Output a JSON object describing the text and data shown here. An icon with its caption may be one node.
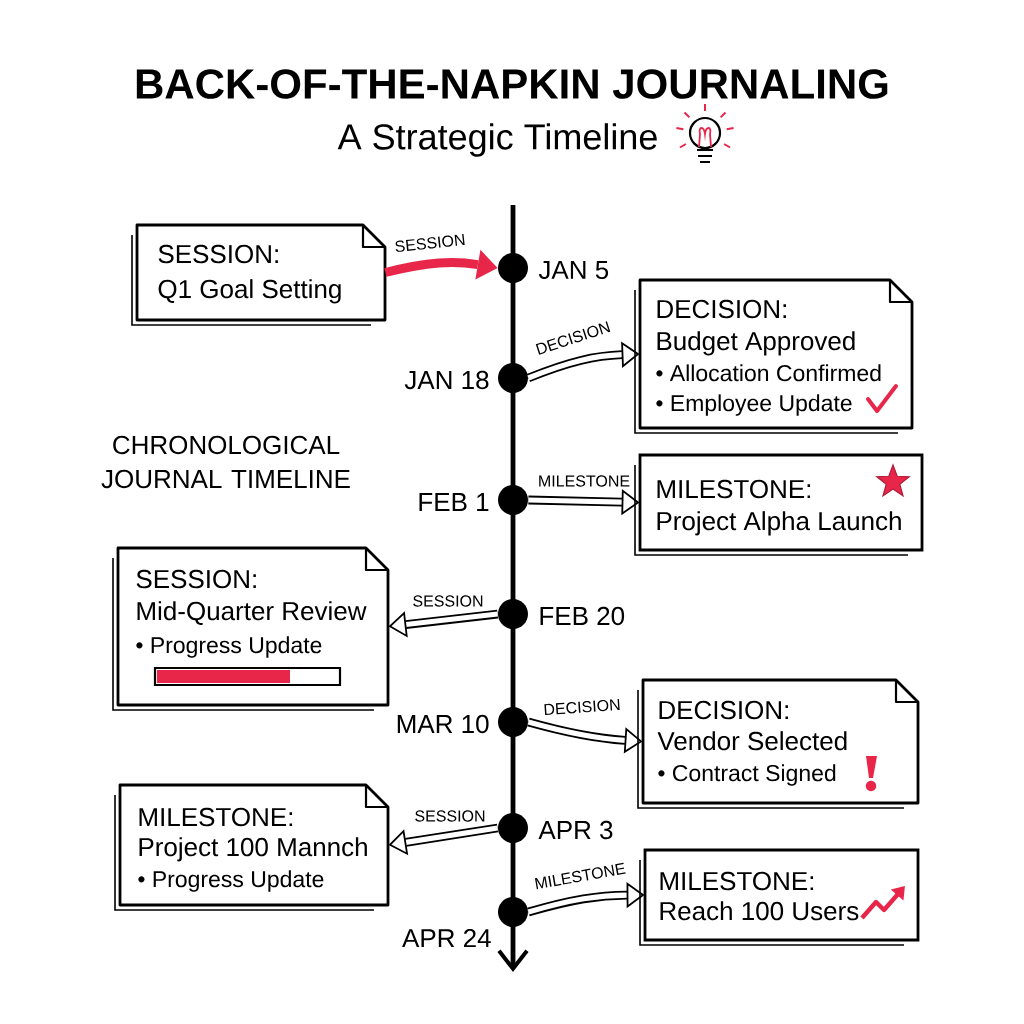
{
  "diagram": {
    "title": "BACK-OF-THE-NAPKIN JOURNALING",
    "nodes": [
      {
        "text": [
          "SESSION:",
          "Q1 Goal Setting"
        ]
      },
      {
        "text": [],
        "shape": "circle",
        "beside": [
          "JAN 5"
        ]
      },
      {
        "text": [
          "DECISION:",
          "Budget Approved",
          "• Allocation Confirmed",
          "• Employee Update"
        ]
      },
      {
        "text": [],
        "shape": "circle",
        "beside": [
          "JAN 18"
        ]
      },
      {
        "text": [],
        "shape": "circle",
        "beside": [
          "FEB 1"
        ]
      },
      {
        "text": [
          "MILESTONE:",
          "Project Alpha Launch"
        ]
      },
      {
        "text": [
          "SESSION:",
          "Mid-Quarter Review",
          "• Progress Update"
        ]
      },
      {
        "text": [],
        "shape": "circle",
        "beside": [
          "FEB 20"
        ]
      },
      {
        "text": [],
        "shape": "circle",
        "beside": [
          "MAR 10"
        ]
      },
      {
        "text": [
          "DECISION:",
          "Vendor Selected",
          "• Contract Signed"
        ]
      },
      {
        "text": [
          "MILESTONE:",
          "Project 100 Mannch",
          "• Progress Update"
        ]
      },
      {
        "text": [],
        "shape": "circle",
        "beside": [
          "APR 3"
        ]
      },
      {
        "text": [],
        "shape": "circle",
        "beside": [
          "APR 24"
        ]
      },
      {
        "text": [
          "MILESTONE:",
          "Reach 100 Users"
        ]
      }
    ],
    "edges": [
      {
        "from": 0,
        "to": 1,
        "arrow": "to",
        "label": "SESSION",
        "color": "#e8264a"
      },
      {
        "from": 3,
        "to": 2,
        "arrow": "to",
        "label": "DECISION"
      },
      {
        "from": 4,
        "to": 5,
        "arrow": "to",
        "label": "MILESTONE"
      },
      {
        "from": 7,
        "to": 6,
        "arrow": "to",
        "label": "SESSION"
      },
      {
        "from": 8,
        "to": 9,
        "arrow": "to",
        "label": "DECISION"
      },
      {
        "from": 11,
        "to": 10,
        "arrow": "to",
        "label": "SESSION"
      },
      {
        "from": 12,
        "to": 13,
        "arrow": "to",
        "label": "MILESTONE"
      }
    ],
    "labels": [
      "A Strategic Timeline",
      "CHRONOLOGICAL JOURNAL TIMELINE"
    ]
  }
}
